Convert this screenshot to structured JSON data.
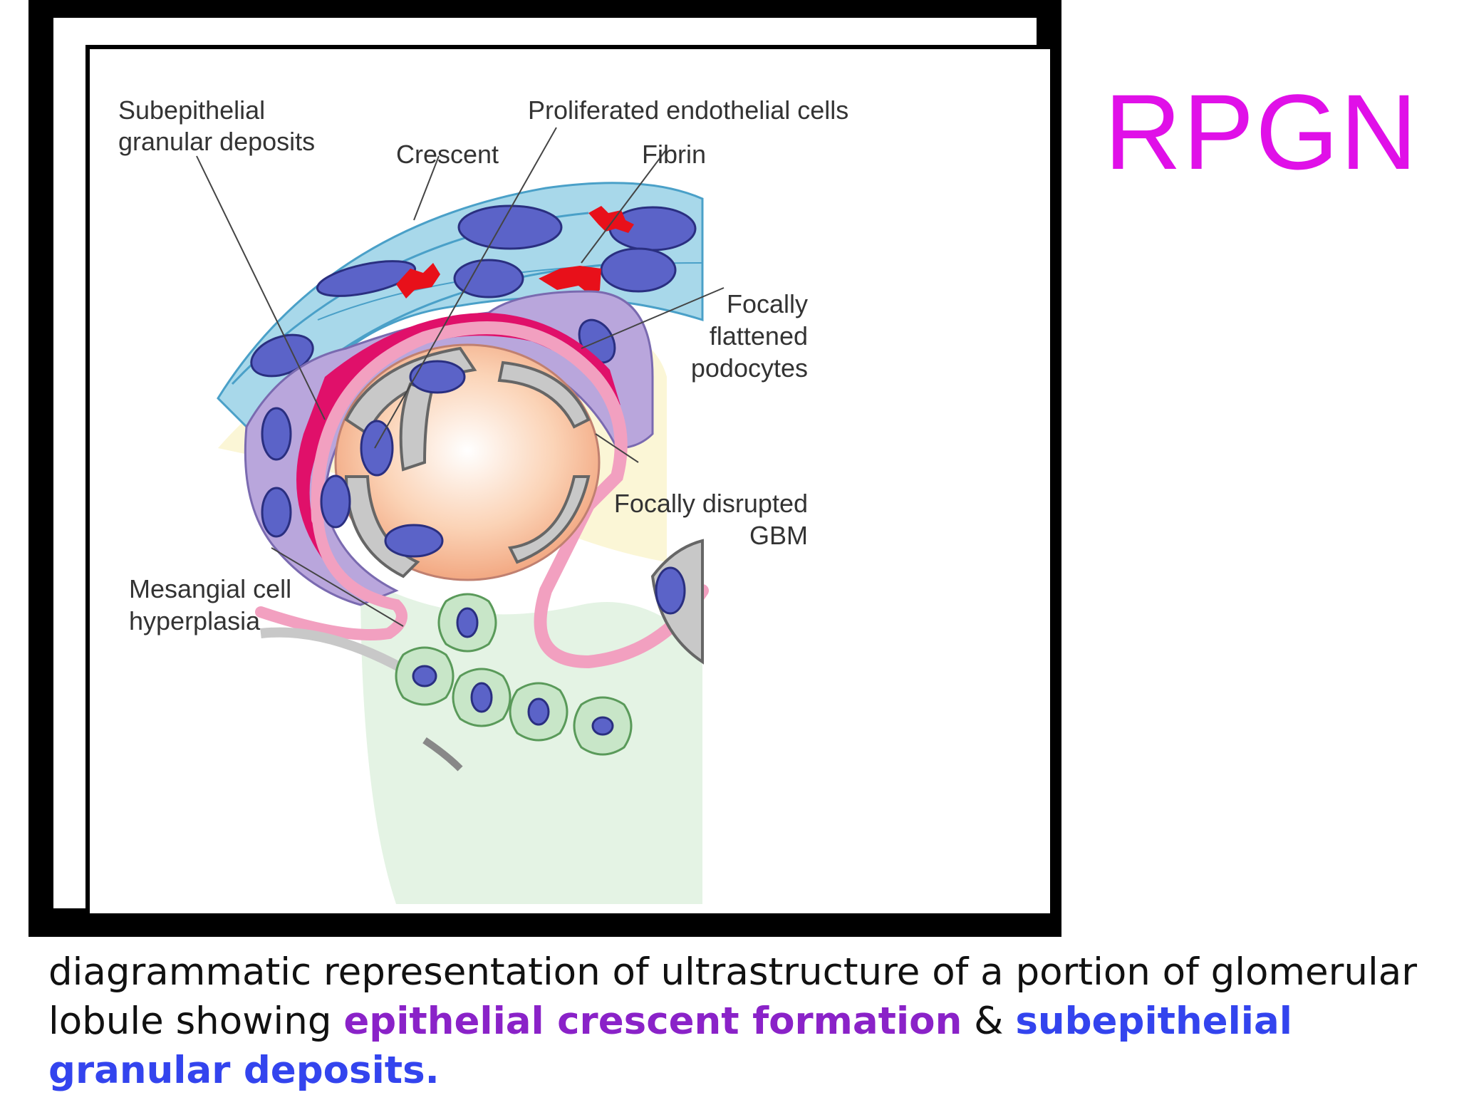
{
  "slide": {
    "title": "RPGN"
  },
  "diagram": {
    "labels": {
      "subepithelial_1": "Subepithelial",
      "subepithelial_2": "granular deposits",
      "crescent": "Crescent",
      "endothelial": "Proliferated endothelial cells",
      "fibrin": "Fibrin",
      "podocytes_1": "Focally",
      "podocytes_2": "flattened",
      "podocytes_3": "podocytes",
      "gbm_1": "Focally disrupted",
      "gbm_2": "GBM",
      "mesangial_1": "Mesangial cell",
      "mesangial_2": "hyperplasia"
    },
    "colors": {
      "crescent_cells": "#a8d8ea",
      "nuclei": "#5b63c8",
      "fibrin": "#e8101a",
      "podocytes": "#b9a6dc",
      "deposits": "#e0106a",
      "gbm": "#f2a0c0",
      "capillary_lumen": "#f8c8a8",
      "mesangial_cells": "#c8e6c8"
    }
  },
  "caption": {
    "part1": "diagrammatic representation of ultrastructure of a portion of glomerular lobule showing ",
    "highlight1": "epithelial crescent formation",
    "part2": " & ",
    "highlight2": "subepithelial granular deposits."
  }
}
